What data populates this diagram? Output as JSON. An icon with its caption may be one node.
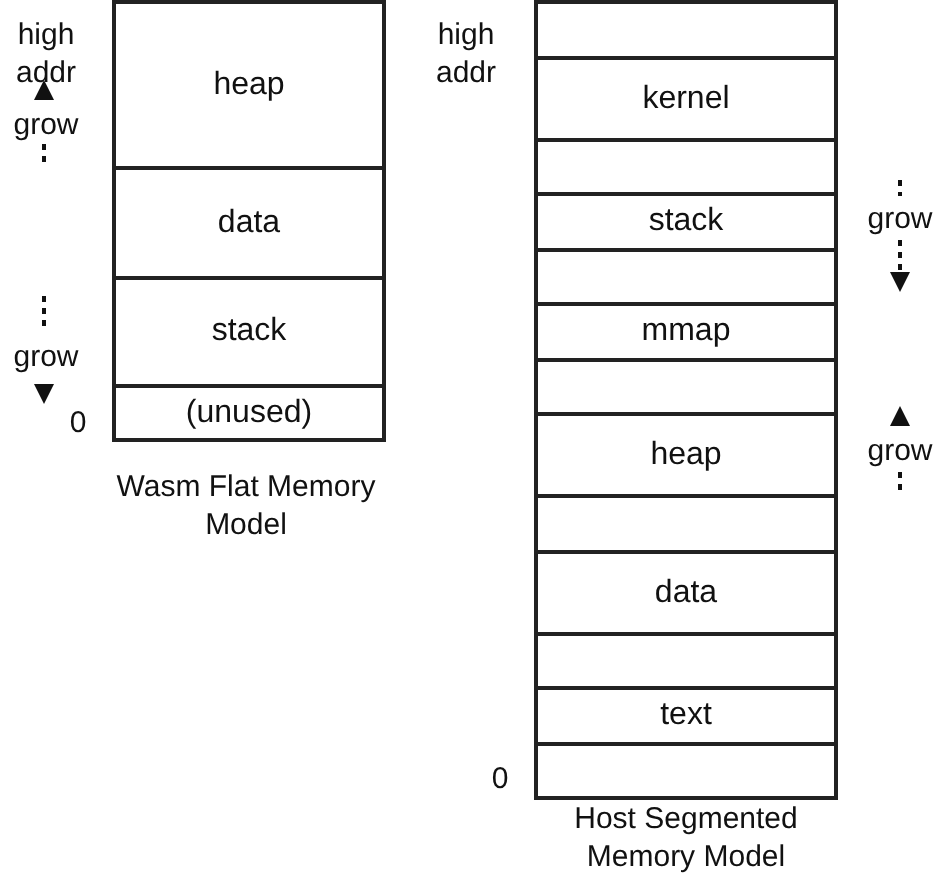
{
  "diagram": {
    "nodes": [
      {
        "text": [
          "heap"
        ]
      },
      {
        "text": [
          "data"
        ]
      },
      {
        "text": [
          "stack"
        ]
      },
      {
        "text": [
          "(unused)"
        ]
      },
      {
        "text": [],
        "shape": "box"
      },
      {
        "text": [
          "kernel"
        ]
      },
      {
        "text": [],
        "shape": "box"
      },
      {
        "text": [
          "stack"
        ]
      },
      {
        "text": [],
        "shape": "box"
      },
      {
        "text": [
          "mmap"
        ]
      },
      {
        "text": [],
        "shape": "box"
      },
      {
        "text": [
          "heap"
        ]
      },
      {
        "text": [],
        "shape": "box"
      },
      {
        "text": [
          "data"
        ]
      },
      {
        "text": [],
        "shape": "box"
      },
      {
        "text": [
          "text"
        ]
      },
      {
        "text": [],
        "shape": "box"
      }
    ],
    "labels": [
      "high addr",
      "grow",
      "grow",
      "0",
      "Wasm Flat Memory Model",
      "high addr",
      "grow",
      "grow",
      "0",
      "Host Segmented Memory Model"
    ]
  }
}
